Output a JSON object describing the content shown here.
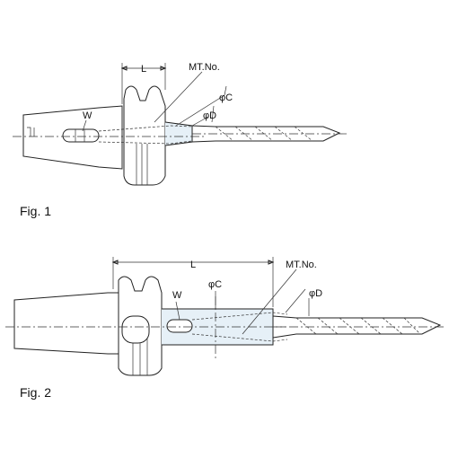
{
  "fig1": {
    "caption": "Fig. 1",
    "labels": {
      "l": "L",
      "mt": "MT.No.",
      "c": "φC",
      "d": "φD",
      "w": "W"
    }
  },
  "fig2": {
    "caption": "Fig. 2",
    "labels": {
      "l": "L",
      "mt": "MT.No.",
      "c": "φC",
      "d": "φD",
      "w": "W"
    }
  },
  "colors": {
    "line": "#222222",
    "shade": "#e6f0f7"
  }
}
